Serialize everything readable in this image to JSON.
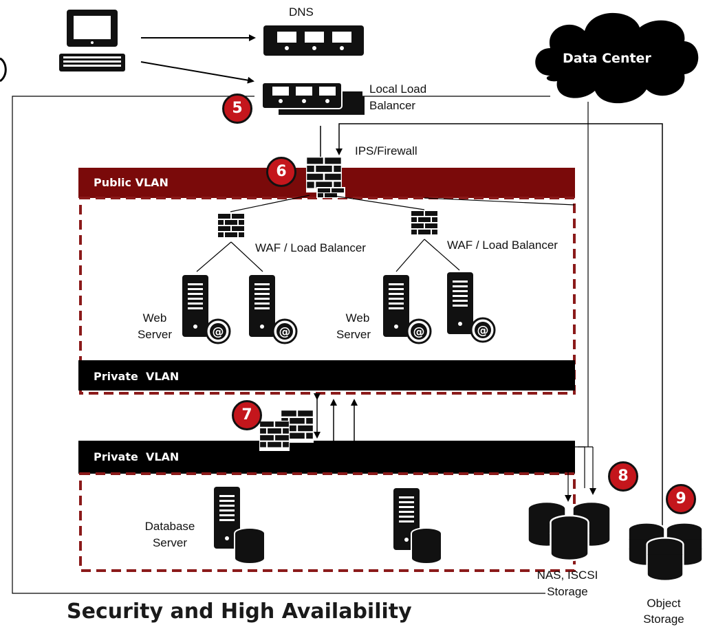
{
  "labels": {
    "dns": "DNS",
    "local_lb": [
      "Local Load",
      "Balancer"
    ],
    "ips_firewall": "IPS/Firewall",
    "waf_left": "WAF / Load Balancer",
    "waf_right": "WAF / Load Balancer",
    "web_server_left": [
      "Web",
      "Server"
    ],
    "web_server_right": [
      "Web",
      "Server"
    ],
    "database_server": [
      "Database",
      "Server"
    ],
    "nas_storage": [
      "NAS, ISCSI",
      "Storage"
    ],
    "object_storage": [
      "Object",
      "Storage"
    ],
    "data_center": "Data Center"
  },
  "bars": {
    "public_vlan": "Public VLAN",
    "private_vlan_top": "Private  VLAN",
    "private_vlan_bottom": "Private  VLAN"
  },
  "badges": {
    "five": "5",
    "six": "6",
    "seven": "7",
    "eight": "8",
    "nine": "9"
  },
  "title": "Security and High Availability",
  "colors": {
    "public_vlan": "#7a0a0a",
    "dashed_border": "#8b1a1a",
    "private_vlan": "#000000",
    "badge": "#c4161c"
  }
}
